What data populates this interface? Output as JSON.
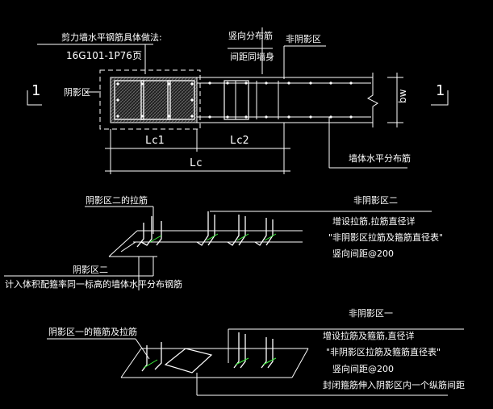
{
  "colors": {
    "background": "#000000",
    "white_lines": "#ffffff",
    "green_lines": "#3df53d",
    "dark_hatch": "#2a2a2a"
  },
  "top_detail": {
    "note_line1": "剪力墙水平钢筋具体做法:",
    "note_line2": "16G101-1P76页",
    "vertical_bar_label": "竖向分布筋",
    "spacing_label": "间距同墙身",
    "non_shadow_area": "非阴影区",
    "shadow_area": "阴影区",
    "section_left": "1",
    "section_right": "1",
    "bw": "bw",
    "lc1": "Lc1",
    "lc2": "Lc2",
    "lc": "Lc",
    "horizontal_bar": "墙体水平分布筋"
  },
  "middle_detail": {
    "tie_label": "阴影区二的拉筋",
    "non_shadow_two": "非阴影区二",
    "note1": "增设拉筋,拉筋直径详",
    "note2": "\"非阴影区拉筋及箍筋直径表\"",
    "note3": "竖向间距@200",
    "shadow_two": "阴影区二",
    "bottom_note": "计入体积配箍率同一标高的墙体水平分布钢筋"
  },
  "bottom_detail": {
    "non_shadow_one": "非阴影区一",
    "shadow_one_label": "阴影区一的箍筋及拉筋",
    "note1": "增设拉筋及箍筋,直径详",
    "note2": "\"非阴影区拉筋及箍筋直径表\"",
    "note3": "竖向间距@200",
    "note4": "封闭箍筋伸入阴影区内一个纵筋间距"
  }
}
